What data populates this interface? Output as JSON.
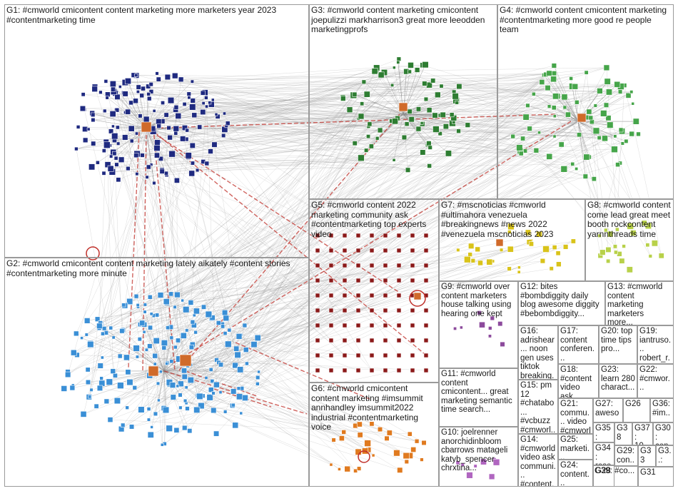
{
  "colors": {
    "g1": "#1f2a80",
    "g2": "#3a8fd6",
    "g3": "#2e7d32",
    "g4": "#46a54a",
    "g5": "#8b1a1a",
    "g6": "#e07a1f",
    "g7": "#d9c31a",
    "g8": "#b8d14a",
    "g9": "#8c4a9c",
    "g10": "#b066c0",
    "edge": "#8a8a8a",
    "edge_hot": "#c0302a"
  },
  "groups": [
    {
      "id": "G1",
      "label": "G1: #cmworld cmicontent content marketing more marketers year 2023 #contentmarketing time"
    },
    {
      "id": "G2",
      "label": "G2: #cmworld cmicontent content marketing lately aikately #content stories #contentmarketing more minute"
    },
    {
      "id": "G3",
      "label": "G3: #cmworld content marketing cmicontent joepulizzi markharrison3 great more leeodden marketingprofs"
    },
    {
      "id": "G4",
      "label": "G4: #cmworld content cmicontent marketing #contentmarketing more good re people team"
    },
    {
      "id": "G5",
      "label": "G5: #cmworld content 2022 marketing community ask #contentmarketing top experts video"
    },
    {
      "id": "G6",
      "label": "G6: #cmworld cmicontent content marketing #imsummit annhandley imsummit2022 industrial #contentmarketing voice"
    },
    {
      "id": "G7",
      "label": "G7: #mscnoticias #cmworld #ultimahora venezuela #breakingnews #news 2022 #venezuela mscnoticias 2023"
    },
    {
      "id": "G8",
      "label": "G8: #cmworld content come lead great meet booth rockcontent yarnnthreads time"
    },
    {
      "id": "G9",
      "label": "G9: #cmworld over content marketers house talking using hearing one kept"
    },
    {
      "id": "G10",
      "label": "G10: joelrenner anorchidinbloom cbarrows matageli katyb_spencer chrxtina..."
    },
    {
      "id": "G11",
      "label": "G11: #cmworld content cmicontent... great marketing semantic time search..."
    },
    {
      "id": "G12",
      "label": "G12: bites #bombdiggity daily blog awesome diggity #bebombdiggity..."
    },
    {
      "id": "G13",
      "label": "G13: #cmworld content marketing marketers more..."
    },
    {
      "id": "G14",
      "label": "G14: #cmworld video ask communi... #content..."
    },
    {
      "id": "G15",
      "label": "G15: pm 12 #chatabo... #vcbuzz #cmworl..."
    },
    {
      "id": "G16",
      "label": "G16: adrishear... noon gen uses tiktok breaking..."
    },
    {
      "id": "G17",
      "label": "G17: content conferen..."
    },
    {
      "id": "G18",
      "label": "G18: #content video ask..."
    },
    {
      "id": "G19",
      "label": "G19: iantruso... robert_r..."
    },
    {
      "id": "G20",
      "label": "G20: top time tips pro..."
    },
    {
      "id": "G21",
      "label": "G21: commu... video #cmworl..."
    },
    {
      "id": "G22",
      "label": "G22: #cmwor..."
    },
    {
      "id": "G23",
      "label": "G23: learn 280 charact..."
    },
    {
      "id": "G24",
      "label": "G24: content..."
    },
    {
      "id": "G25",
      "label": "G25: marketi..."
    },
    {
      "id": "G26",
      "label": "G26"
    },
    {
      "id": "G27",
      "label": "G27: aweso..."
    },
    {
      "id": "G28",
      "label": "G28"
    },
    {
      "id": "G29",
      "label": "G29: con..."
    },
    {
      "id": "G30",
      "label": "G30: con..."
    },
    {
      "id": "G31",
      "label": "G31"
    },
    {
      "id": "G32",
      "label": "G3..: agr..."
    },
    {
      "id": "G33",
      "label": "G33"
    },
    {
      "id": "G34",
      "label": "G34: rese..."
    },
    {
      "id": "G35",
      "label": "G35: 430..."
    },
    {
      "id": "G36",
      "label": "G36: #im..."
    },
    {
      "id": "G37",
      "label": "G37: 10..."
    },
    {
      "id": "G38",
      "label": "G38"
    },
    {
      "id": "G39",
      "label": "G39: #co..."
    }
  ]
}
